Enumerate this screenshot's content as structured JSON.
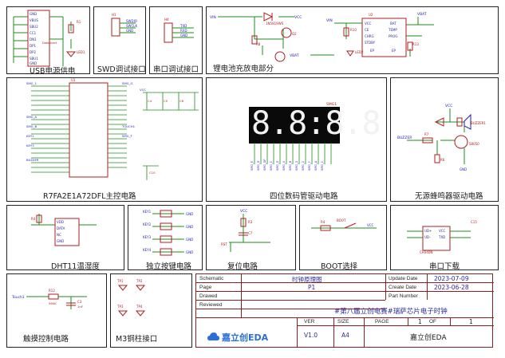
{
  "blocks": {
    "usb": "USB电源供电",
    "swd": "SWD调试接口",
    "uart": "串口调试接口",
    "battery": "锂电池充放电部分",
    "mcu": "R7FA2E1A72DFL主控电路",
    "display": "四位数码管驱动电路",
    "buzzer": "无源蜂鸣器驱动电路",
    "dht": "DHT11温湿度",
    "keys": "独立按键电路",
    "reset": "复位电路",
    "boot": "BOOT选择",
    "download": "串口下载",
    "touch": "触摸控制电路",
    "m3": "M3铜柱接口"
  },
  "display": {
    "digits": "8.8:8.8",
    "ref": "SMG1"
  },
  "labels": {
    "usb_part": "Datasheet",
    "vin": "VIN",
    "vcc": "VCC",
    "vbat": "VBAT",
    "gnd": "GND",
    "buzzer_net": "BUZZER",
    "buzzer_part": "BUZZER1",
    "touch_net": "Touch1",
    "r12": "R12",
    "r12_val": "560K",
    "c3": "C3",
    "c3_val": "1nF",
    "q_part": "S8050",
    "diode": "1N5819WS",
    "charger": "U2",
    "ch340": "CH340N",
    "mcu_ref": "U1",
    "reset_ref": "RST",
    "boot_ref": "BOOT",
    "tp": [
      "TP1",
      "TP2",
      "TP3",
      "TP4"
    ],
    "keys": [
      "KEY1",
      "KEY2",
      "KEY3",
      "KEY4"
    ]
  },
  "titleblock": {
    "schematic_label": "Schematic",
    "schematic_value": "时钟原理图",
    "page_label": "Page",
    "page_value": "P1",
    "drawed_label": "Drawed",
    "reviewed_label": "Reviewed",
    "update_label": "Update Date",
    "update_value": "2023-07-09",
    "create_label": "Create Date",
    "create_value": "2023-06-28",
    "part_label": "Part Number",
    "project": "#第八届立创电赛#瑞萨芯片电子时钟",
    "logo": "嘉立创EDA",
    "ver_label": "VER",
    "ver_value": "V1.0",
    "size_label": "SIZE",
    "size_value": "A4",
    "page2_label": "PAGE",
    "page_num": "1",
    "of_label": "OF",
    "page_total": "1",
    "company": "嘉立创EDA"
  },
  "colors": {
    "wire": "#1e8c1e",
    "component": "#b01e1e",
    "net": "#1e1eb4",
    "pin": "#2a2aa0",
    "border": "#222222"
  }
}
